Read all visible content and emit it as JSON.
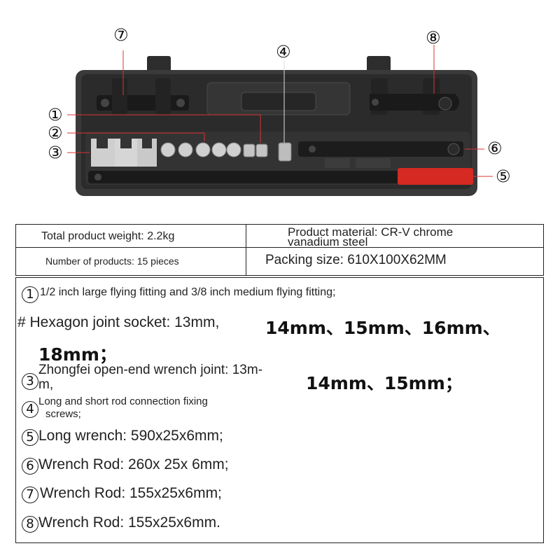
{
  "photo": {
    "callouts": {
      "c1": "①",
      "c2": "②",
      "c3": "③",
      "c4": "④",
      "c5": "⑤",
      "c6": "⑥",
      "c7": "⑦",
      "c8": "⑧"
    }
  },
  "spec_table": {
    "weight": "Total product weight: 2.2kg",
    "material_line1": "Product material: CR-V chrome",
    "material_line2": "vanadium steel",
    "count": "Number of products: 15 pieces",
    "packing": "Packing size: 610X100X62MM"
  },
  "items": {
    "i1": {
      "num": "1",
      "text": "1/2 inch large flying fitting and 3/8 inch medium flying fitting;"
    },
    "i2": {
      "prefix": "# Hexagon joint socket: 13mm,",
      "sizes": "14mm、15mm、16mm、",
      "sizes2": "18mm；"
    },
    "i3": {
      "num": "3",
      "line1": "Zhongfei open-end wrench joint: 13m-",
      "line2": "m,",
      "sizes": "14mm、15mm；"
    },
    "i4": {
      "num": "4",
      "line1": "Long and short rod connection fixing",
      "line2": "screws;"
    },
    "i5": {
      "num": "5",
      "text": "Long wrench: 590x25x6mm;"
    },
    "i6": {
      "num": "6",
      "text": "Wrench Rod: 260x 25x 6mm;"
    },
    "i7": {
      "num": "7",
      "text": "Wrench Rod: 155x25x6mm;"
    },
    "i8": {
      "num": "8",
      "text": "Wrench Rod: 155x25x6mm."
    }
  }
}
